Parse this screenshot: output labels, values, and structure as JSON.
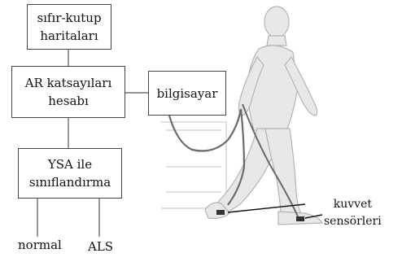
{
  "boxes": {
    "zero_pole": "sıfır-kutup\nharitaları",
    "ar_calc": "AR katsayıları\nhesabı",
    "computer": "bilgisayar",
    "ann": "YSA ile\nsınıflandırma"
  },
  "outputs": {
    "normal": "normal",
    "als": "ALS"
  },
  "sensor_label": "kuvvet\nsensörleri",
  "colors": {
    "line": "#555555",
    "figure": "#e8e8e8",
    "figure_edge": "#b4b4b4",
    "cable": "#6a6a6a"
  }
}
